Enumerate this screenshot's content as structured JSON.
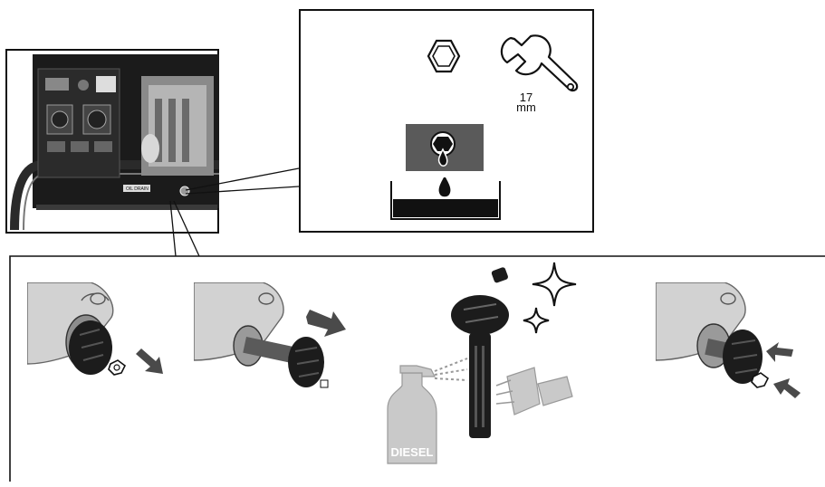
{
  "callout": {
    "wrench_size_number": "17",
    "wrench_size_unit": "mm",
    "icons": [
      "hex-bolt-icon",
      "wrench-icon",
      "drain-plug-icon",
      "oil-pan-icon"
    ]
  },
  "generator_panel": {
    "tag_text": "OIL DRAIN"
  },
  "steps": [
    {
      "name": "remove-bolt",
      "icon": "arrow-right-icon"
    },
    {
      "name": "pull-out-filter",
      "icon": "arrow-right-icon"
    },
    {
      "name": "clean-filter",
      "icon": "sparkle-icon"
    },
    {
      "name": "reinstall-filter",
      "icon": "arrow-left-icon"
    }
  ],
  "spray_bottle": {
    "label": "DIESEL"
  },
  "colors": {
    "line": "#111111",
    "dark": "#1c1c1c",
    "gray_bg": "#5a5a5a",
    "light_gray": "#c9c9c9",
    "arrow": "#4a4a4a"
  }
}
